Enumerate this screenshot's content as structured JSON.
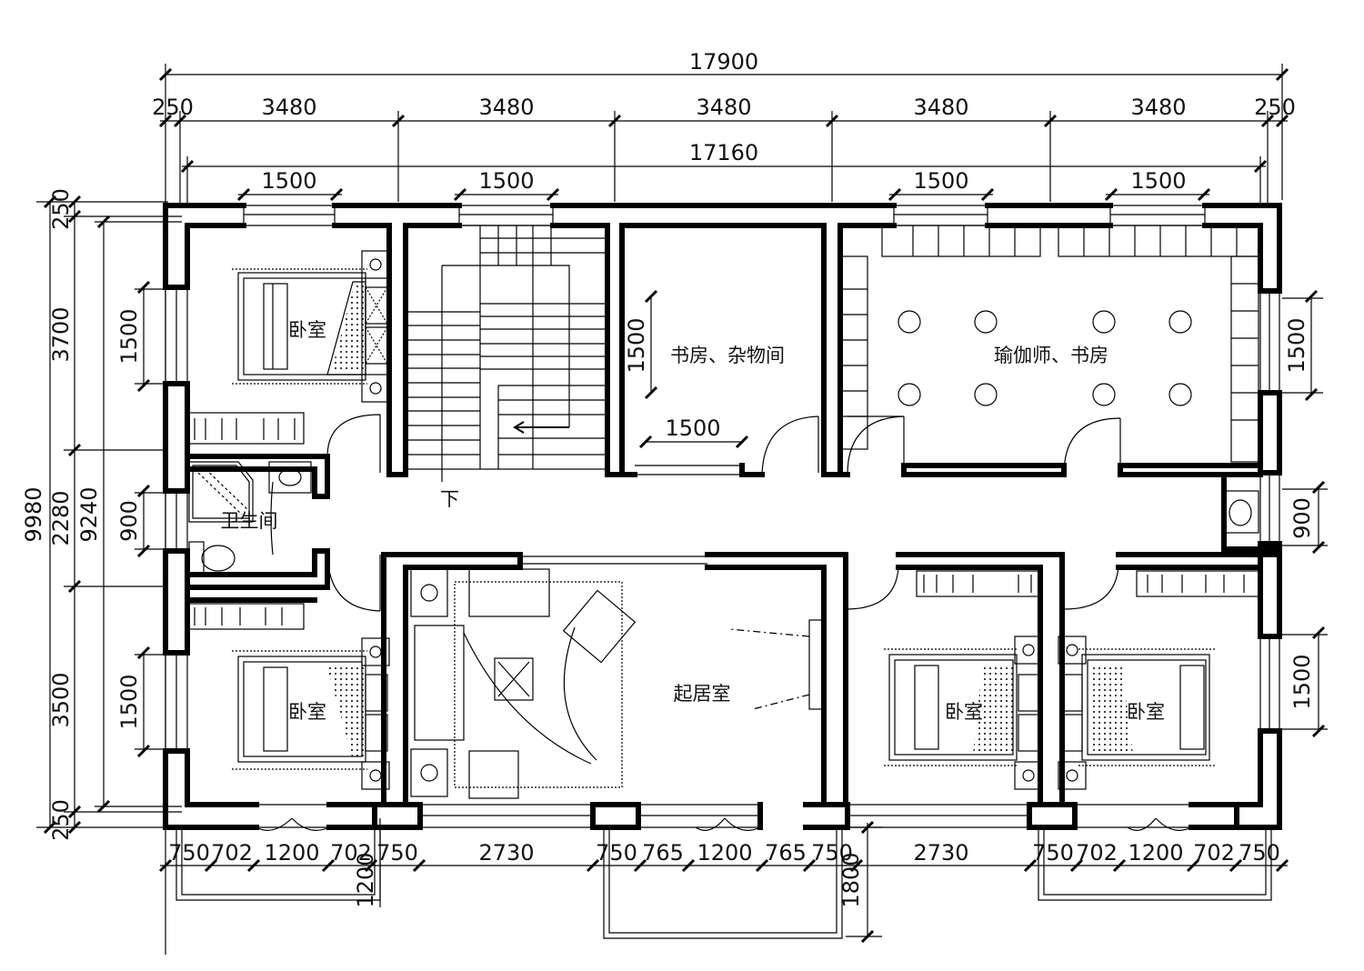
{
  "dimensions": {
    "top_total": "17900",
    "top_inner": "17160",
    "top_edge_left": "250",
    "top_edge_right": "250",
    "top_bays": [
      "3480",
      "3480",
      "3480",
      "3480",
      "3480"
    ],
    "top_windows": [
      "1500",
      "1500",
      "1500",
      "1500"
    ],
    "left_total": "9980",
    "left_inner": "9240",
    "left_top": "250",
    "left_rooms": [
      "3700",
      "2280",
      "3500"
    ],
    "left_bottom": "250",
    "left_windows": [
      "1500",
      "900",
      "1500"
    ],
    "right_windows": [
      "1500",
      "900",
      "1500"
    ],
    "stair_window": "1500",
    "study_window": "1500",
    "bottom_left": [
      "750",
      "702",
      "1200",
      "702",
      "750"
    ],
    "bottom_mid1": "2730",
    "bottom_center": [
      "750",
      "765",
      "1200",
      "765",
      "750"
    ],
    "bottom_mid2": "2730",
    "bottom_right": [
      "750",
      "702",
      "1200",
      "702",
      "750"
    ],
    "balcony_left_depth": "1200",
    "balcony_center_depth": "1800"
  },
  "rooms": {
    "bedroom_nw": "卧室",
    "bedroom_sw": "卧室",
    "bedroom_s2": "卧室",
    "bedroom_se": "卧室",
    "bathroom": "卫生间",
    "study_storage": "书房、杂物间",
    "yoga_study": "瑜伽师、书房",
    "living_room": "起居室",
    "stair_down": "下"
  }
}
